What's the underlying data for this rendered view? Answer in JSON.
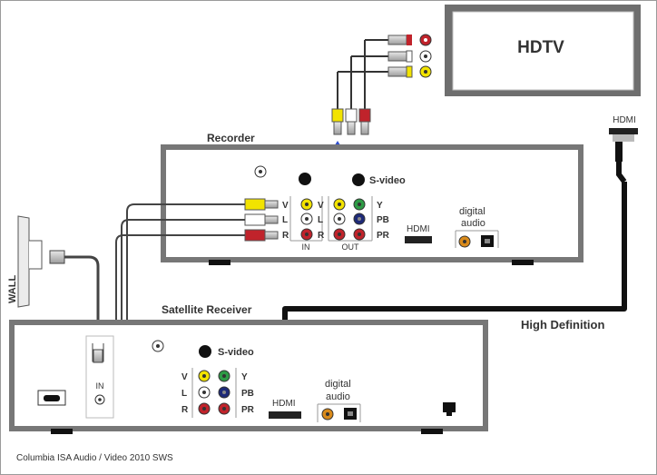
{
  "tv": {
    "label": "HDTV",
    "port_label": "HDMI"
  },
  "wall": {
    "label": "WALL"
  },
  "recorder": {
    "title": "Recorder",
    "svideo_label": "S-video",
    "in_rows": [
      "V",
      "L",
      "R"
    ],
    "out_rows": [
      "Y",
      "PB",
      "PR"
    ],
    "in_label": "IN",
    "out_label": "OUT",
    "hdmi_label": "HDMI",
    "digital_label": "digital",
    "audio_label": "audio"
  },
  "receiver": {
    "title": "Satellite Receiver",
    "svideo_label": "S-video",
    "in_label": "IN",
    "av_rows": [
      "V",
      "L",
      "R"
    ],
    "comp_rows": [
      "Y",
      "PB",
      "PR"
    ],
    "hdmi_label": "HDMI",
    "digital_label": "digital",
    "audio_label": "audio"
  },
  "cable_label": "High Definition",
  "footer": "Columbia ISA Audio / Video 2010 SWS",
  "colors": {
    "video": "#f2e300",
    "left": "#ffffff",
    "right": "#c0232b",
    "blue": "#1e2a78",
    "green": "#2e9b46",
    "coax": "#d98a1a"
  }
}
